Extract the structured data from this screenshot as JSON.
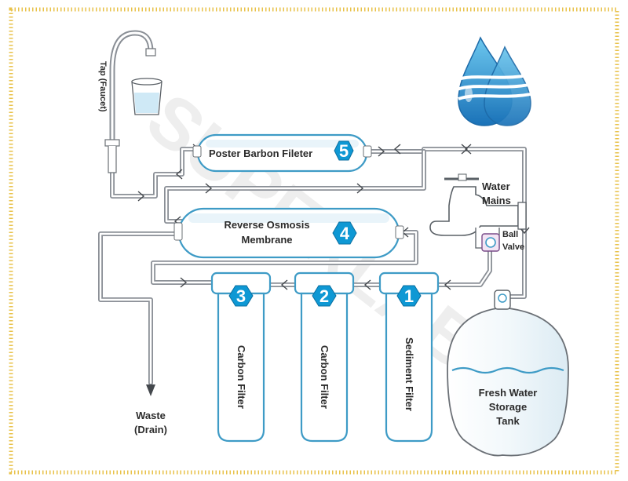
{
  "filters": {
    "f1": {
      "number": "1",
      "label": "Sediment Filter"
    },
    "f2": {
      "number": "2",
      "label": "Carbon Filter"
    },
    "f3": {
      "number": "3",
      "label": "Carbon Filter"
    },
    "f4": {
      "number": "4",
      "label_line1": "Reverse Osmosis",
      "label_line2": "Membrane"
    },
    "f5": {
      "number": "5",
      "label": "Poster Barbon Fileter"
    }
  },
  "labels": {
    "tap": "Tap (Faucet)",
    "water_mains_line1": "Water",
    "water_mains_line2": "Mains",
    "ball_valve_line1": "Ball",
    "ball_valve_line2": "Valve",
    "waste_line1": "Waste",
    "waste_line2": "(Drain)",
    "tank_line1": "Fresh Water",
    "tank_line2": "Storage",
    "tank_line3": "Tank",
    "watermark": "SUPERLAB"
  },
  "colors": {
    "border": "#e8c24a",
    "accent": "#0e98d4",
    "housing_outline": "#3e9bc6",
    "pipe": "#8a8f96",
    "text": "#2b2b2b"
  },
  "icons": [
    "water-drops-icon",
    "faucet-icon",
    "glass-icon",
    "water-mains-faucet-icon",
    "ball-valve-icon",
    "tank-valve-icon"
  ]
}
